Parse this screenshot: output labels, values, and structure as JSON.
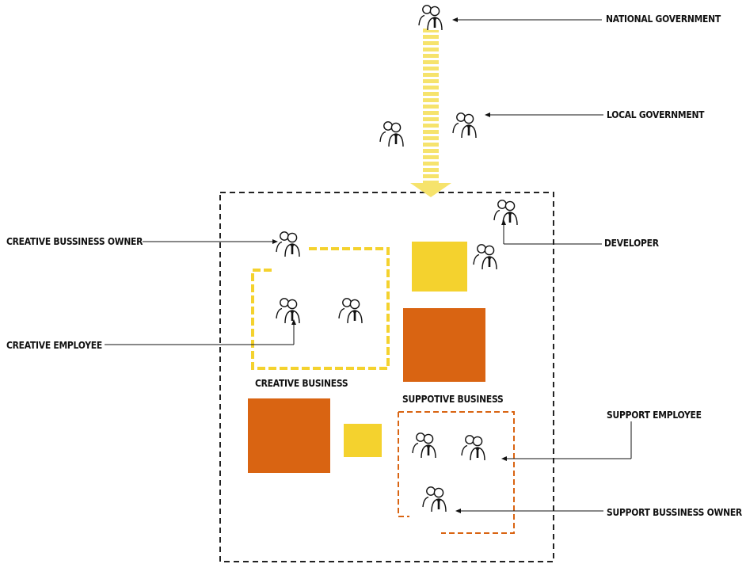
{
  "labels": {
    "national_government": "NATIONAL GOVERNMENT",
    "local_government": "LOCAL GOVERNMENT",
    "creative_business_owner": "CREATIVE BUSSINESS OWNER",
    "creative_employee": "CREATIVE EMPLOYEE",
    "developer": "DEVELOPER",
    "creative_business": "CREATIVE  BUSINESS",
    "suppotive_business": "SUPPOTIVE  BUSINESS",
    "support_employee": "SUPPORT EMPLOYEE",
    "support_business_owner": "SUPPORT BUSSINESS OWNER"
  },
  "colors": {
    "yellow": "#f4d22e",
    "arrow_yellow": "#f6e36c",
    "orange": "#d96412",
    "outline": "#222222",
    "line": "#111111"
  },
  "icons": [
    "people-pair-icon"
  ]
}
